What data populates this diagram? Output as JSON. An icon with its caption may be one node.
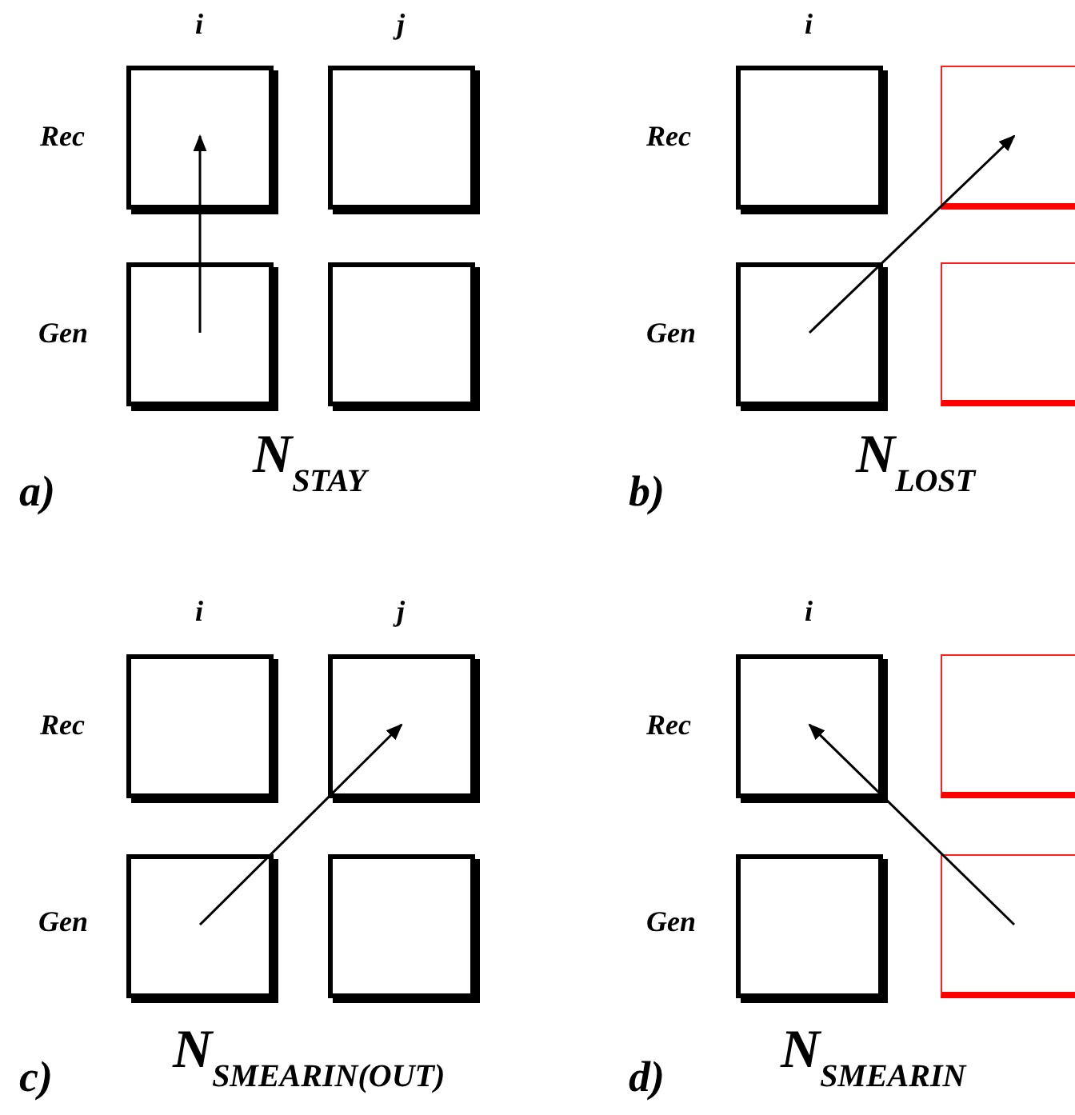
{
  "diagram": {
    "nodes": [
      {
        "text": [],
        "shape": "box"
      },
      {
        "text": [],
        "shape": "box"
      },
      {
        "text": [],
        "shape": "box"
      },
      {
        "text": [],
        "shape": "box"
      },
      {
        "text": [],
        "shape": "box"
      },
      {
        "text": [],
        "shape": "box"
      },
      {
        "text": [],
        "shape": "box"
      },
      {
        "text": [],
        "shape": "box"
      },
      {
        "text": [],
        "shape": "box"
      },
      {
        "text": [],
        "shape": "box"
      },
      {
        "text": [],
        "shape": "box"
      },
      {
        "text": [],
        "shape": "box"
      },
      {
        "text": [],
        "shape": "box"
      },
      {
        "text": [],
        "shape": "box"
      },
      {
        "text": [],
        "shape": "box"
      },
      {
        "text": [],
        "shape": "box"
      }
    ],
    "edges": [
      {
        "from": 4,
        "to": 0,
        "arrow": "to"
      },
      {
        "from": 6,
        "to": 3,
        "arrow": "to"
      },
      {
        "from": 12,
        "to": 9,
        "arrow": "to"
      },
      {
        "from": 15,
        "to": 10,
        "arrow": "to"
      }
    ],
    "labels": [
      "i",
      "j",
      "i",
      "Rec",
      "Rec",
      "Gen",
      "Gen",
      "a)",
      "N$_{STAY}$",
      "b)",
      "N$_{LOST}$",
      "i",
      "j",
      "i",
      "Rec",
      "Rec",
      "Gen",
      "Gen",
      "c)",
      "N$_{SMEARIN(OUT)}$",
      "d)",
      "N$_{SMEARIN}$"
    ]
  }
}
